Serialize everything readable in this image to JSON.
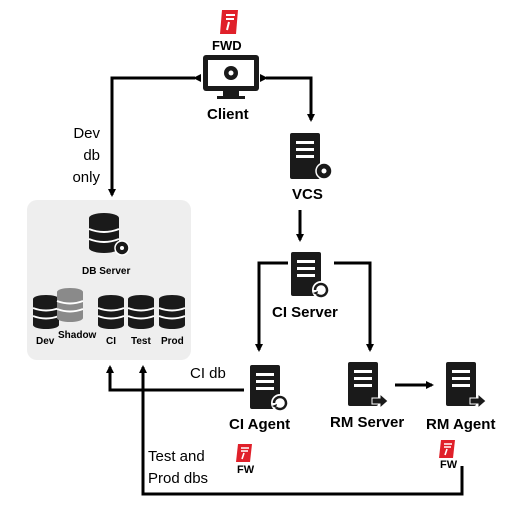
{
  "diagram": {
    "fwd_logo_label": "FWD",
    "client_label": "Client",
    "vcs_label": "VCS",
    "ci_server_label": "CI Server",
    "ci_agent_label": "CI Agent",
    "rm_server_label": "RM Server",
    "rm_agent_label": "RM Agent",
    "db_server_label": "DB Server",
    "databases": {
      "dev": "Dev",
      "shadow": "Shadow",
      "ci": "CI",
      "test": "Test",
      "prod": "Prod"
    },
    "edge_dev_db": [
      "Dev",
      "db",
      "only"
    ],
    "edge_ci_db": "CI db",
    "edge_test_prod": [
      "Test and",
      "Prod dbs"
    ],
    "fw_logo_ci": "FW",
    "fw_logo_rm": "FW"
  },
  "colors": {
    "icon_dark": "#1a1a1a",
    "logo_red": "#e0202a",
    "panel_bg": "#eeeeee",
    "shadow_db": "#8a8a8a"
  },
  "icons": [
    "monitor-gear-icon",
    "server-gear-icon",
    "server-refresh-icon",
    "server-arrow-icon",
    "database-gear-icon",
    "database-icon",
    "fwd-logo-icon"
  ]
}
